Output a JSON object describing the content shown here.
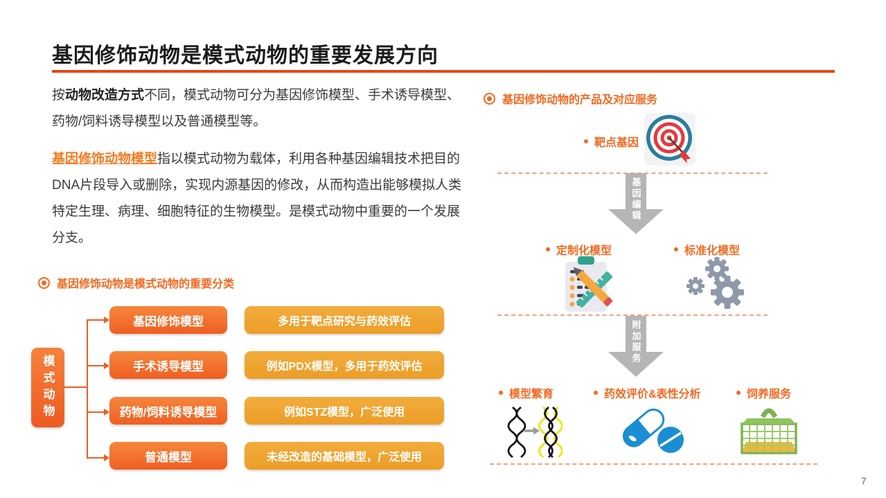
{
  "slide": {
    "title": "基因修饰动物是模式动物的重要发展方向",
    "page_number": "7"
  },
  "colors": {
    "accent_rule": "#e8490f",
    "orange_text": "#f26a21",
    "model_box_orange": "#ef5f22",
    "desc_box_amber": "#eca42f",
    "arrow_gray": "#b5b5b5",
    "dashed_line": "#f2a083"
  },
  "intro": {
    "p1_prefix": "按",
    "p1_bold": "动物改造方式",
    "p1_rest": "不同，模式动物可分为基因修饰模型、手术诱导模型、药物/饲料诱导模型以及普通模型等。",
    "p2_highlight": "基因修饰动物模型",
    "p2_rest": "指以模式动物为载体，利用各种基因编辑技术把目的DNA片段导入或删除，实现内源基因的修改，从而构造出能够模拟人类特定生理、病理、细胞特征的生物模型。是模式动物中重要的一个发展分支。"
  },
  "classification": {
    "section_title": "基因修饰动物是模式动物的重要分类",
    "root_label": "模式动物",
    "rows": [
      {
        "model": "基因修饰模型",
        "desc": "多用于靶点研究与药效评估"
      },
      {
        "model": "手术诱导模型",
        "desc": "例如PDX模型，多用于药效评估"
      },
      {
        "model": "药物/饲料诱导模型",
        "desc": "例如STZ模型，广泛使用"
      },
      {
        "model": "普通模型",
        "desc": "未经改造的基础模型，广泛使用"
      }
    ]
  },
  "services": {
    "section_title": "基因修饰动物的产品及对应服务",
    "step1_label": "靶点基因",
    "arrow1_label": "基因编辑",
    "custom_label": "定制化模型",
    "standard_label": "标准化模型",
    "arrow2_label": "附加服务",
    "breeding_label": "模型繁育",
    "efficacy_label": "药效评价&表性分析",
    "feeding_label": "饲养服务",
    "icons": [
      "target-icon",
      "clipboard-icon",
      "gears-icon",
      "dna-icon",
      "pills-icon",
      "cage-icon"
    ]
  }
}
